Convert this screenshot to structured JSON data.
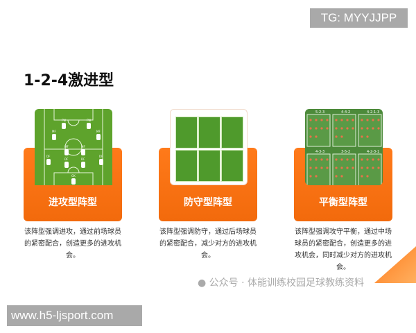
{
  "badges": {
    "tg": "TG: MYYJJPP",
    "url": "www.h5-ljsport.com"
  },
  "title": "1-2-4激进型",
  "cards": [
    {
      "label": "进攻型阵型",
      "desc": "该阵型强调进攻，通过前场球员的紧密配合，创造更多的进攻机会。",
      "image": "attack-formation-pitch",
      "positions": [
        "FW",
        "FW",
        "MF",
        "MF",
        "MF",
        "MF",
        "DF",
        "DF",
        "DF",
        "DF",
        "GK"
      ]
    },
    {
      "label": "防守型阵型",
      "desc": "该阵型强调防守，通过后场球员的紧密配合，减少对方的进攻机会。",
      "image": "defensive-formations-grid"
    },
    {
      "label": "平衡型阵型",
      "desc": "该阵型强调攻守平衡，通过中场球员的紧密配合，创造更多的进攻机会，同时减少对方的进攻机会。",
      "image": "balanced-formations-grid",
      "formations": [
        "5-2-3",
        "4-4-2",
        "4-2-1-3",
        "4-3-3",
        "3-5-2",
        "4-2-3-1"
      ]
    }
  ],
  "watermark": "公众号 · 体能训练校园足球教练资料",
  "colors": {
    "accent": "#f26a0c",
    "pitch": "#5ea32c",
    "badge": "#a9a9a9"
  }
}
